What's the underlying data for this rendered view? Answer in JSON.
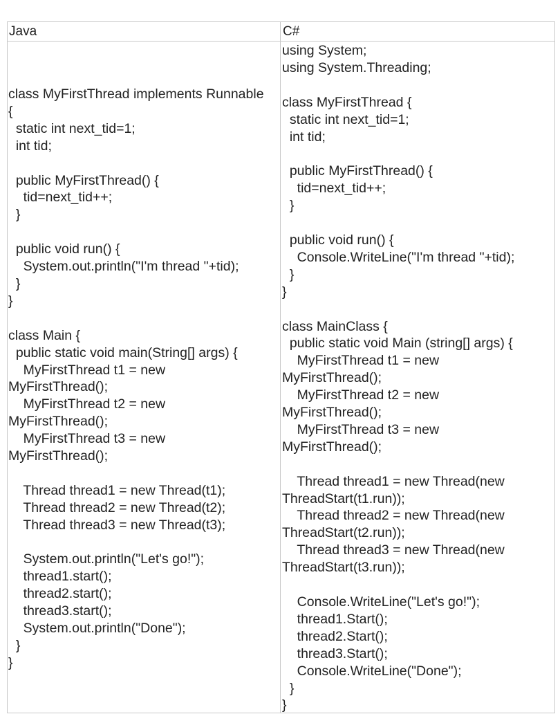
{
  "table": {
    "headers": [
      "Java",
      "C#"
    ],
    "java_code": "class MyFirstThread implements Runnable\n{\n  static int next_tid=1;\n  int tid;\n\n  public MyFirstThread() {\n    tid=next_tid++;\n  }\n\n  public void run() {\n    System.out.println(\"I'm thread \"+tid);\n  }\n}\n\nclass Main {\n  public static void main(String[] args) {\n    MyFirstThread t1 = new\nMyFirstThread();\n    MyFirstThread t2 = new\nMyFirstThread();\n    MyFirstThread t3 = new\nMyFirstThread();\n\n    Thread thread1 = new Thread(t1);\n    Thread thread2 = new Thread(t2);\n    Thread thread3 = new Thread(t3);\n\n    System.out.println(\"Let's go!\");\n    thread1.start();\n    thread2.start();\n    thread3.start();\n    System.out.println(\"Done\");\n  }\n}",
    "csharp_code": "using System;\nusing System.Threading;\n\nclass MyFirstThread {\n  static int next_tid=1;\n  int tid;\n\n  public MyFirstThread() {\n    tid=next_tid++;\n  }\n\n  public void run() {\n    Console.WriteLine(\"I'm thread \"+tid);\n  }\n}\n\nclass MainClass {\n  public static void Main (string[] args) {\n    MyFirstThread t1 = new\nMyFirstThread();\n    MyFirstThread t2 = new\nMyFirstThread();\n    MyFirstThread t3 = new\nMyFirstThread();\n\n    Thread thread1 = new Thread(new\nThreadStart(t1.run));\n    Thread thread2 = new Thread(new\nThreadStart(t2.run));\n    Thread thread3 = new Thread(new\nThreadStart(t3.run));\n\n    Console.WriteLine(\"Let's go!\");\n    thread1.Start();\n    thread2.Start();\n    thread3.Start();\n    Console.WriteLine(\"Done\");\n  }\n}"
  }
}
